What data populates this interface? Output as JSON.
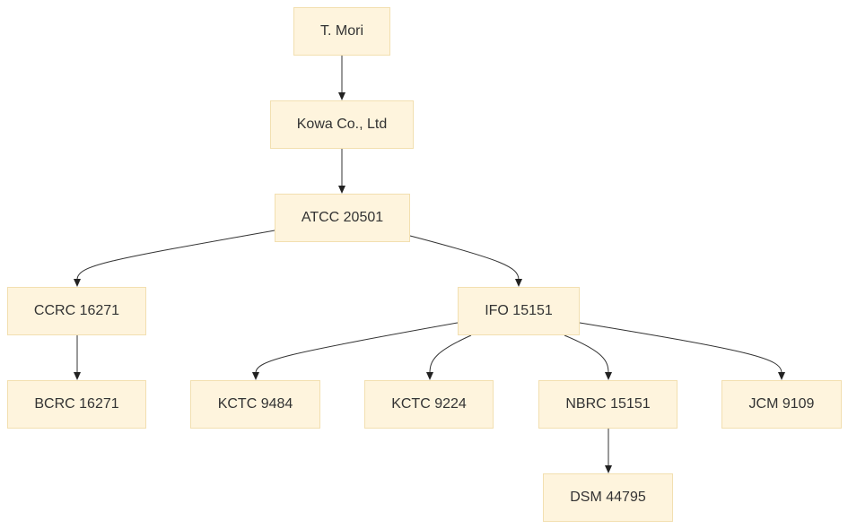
{
  "nodes": {
    "t_mori": "T. Mori",
    "kowa": "Kowa Co., Ltd",
    "atcc": "ATCC 20501",
    "ccrc": "CCRC 16271",
    "ifo": "IFO 15151",
    "bcrc": "BCRC 16271",
    "kctc_9484": "KCTC 9484",
    "kctc_9224": "KCTC 9224",
    "nbrc": "NBRC 15151",
    "jcm": "JCM 9109",
    "dsm": "DSM 44795"
  },
  "edges": [
    {
      "from": "t_mori",
      "to": "kowa"
    },
    {
      "from": "kowa",
      "to": "atcc"
    },
    {
      "from": "atcc",
      "to": "ccrc"
    },
    {
      "from": "atcc",
      "to": "ifo"
    },
    {
      "from": "ccrc",
      "to": "bcrc"
    },
    {
      "from": "ifo",
      "to": "kctc_9484"
    },
    {
      "from": "ifo",
      "to": "kctc_9224"
    },
    {
      "from": "ifo",
      "to": "nbrc"
    },
    {
      "from": "ifo",
      "to": "jcm"
    },
    {
      "from": "nbrc",
      "to": "dsm"
    }
  ],
  "colors": {
    "node_fill": "#fef4dd",
    "node_border": "#f2dfb0",
    "edge": "#333333",
    "text": "#333333"
  }
}
